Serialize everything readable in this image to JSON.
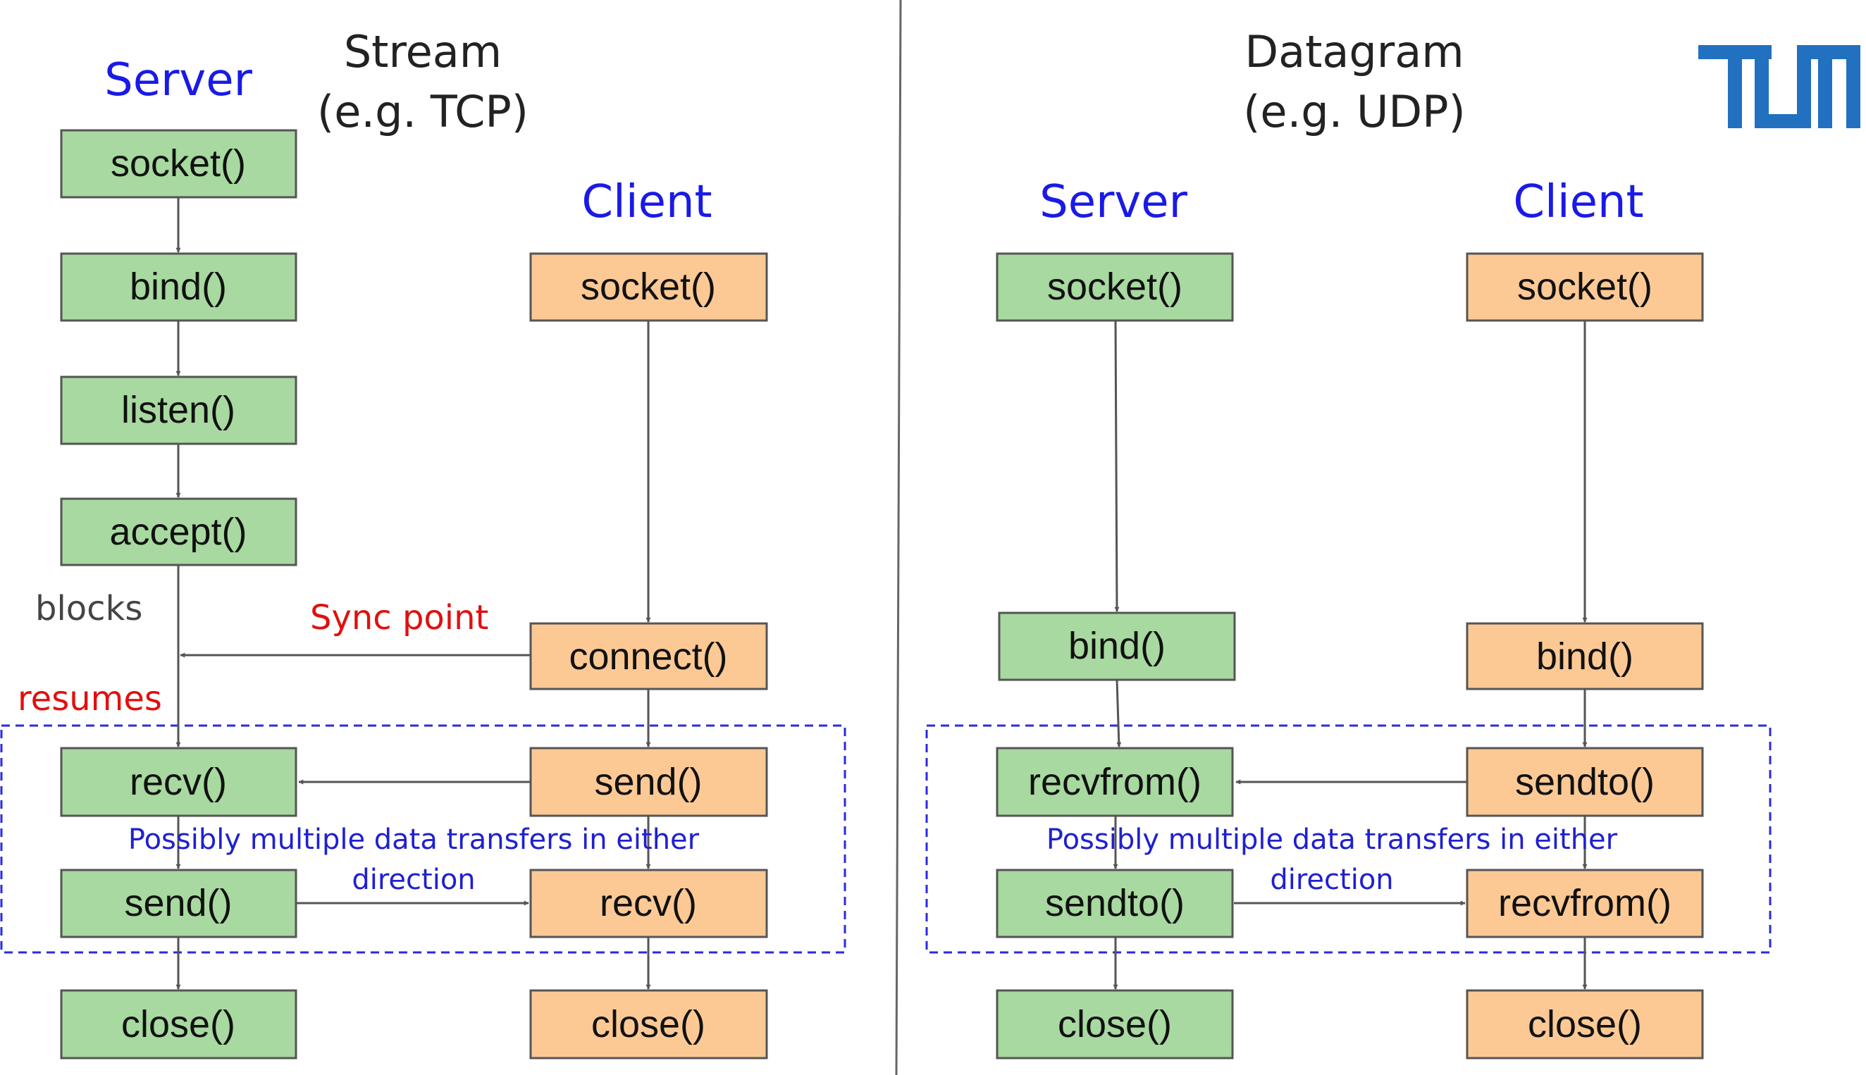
{
  "stream": {
    "title_line1": "Stream",
    "title_line2": "(e.g. TCP)",
    "server_heading": "Server",
    "client_heading": "Client",
    "server_calls": [
      "socket()",
      "bind()",
      "listen()",
      "accept()",
      "recv()",
      "send()",
      "close()"
    ],
    "client_calls": [
      "socket()",
      "connect()",
      "send()",
      "recv()",
      "close()"
    ],
    "blocks_label": "blocks",
    "sync_label": "Sync point",
    "resumes_label": "resumes",
    "transfer_note_line1": "Possibly multiple data transfers in either",
    "transfer_note_line2": "direction"
  },
  "datagram": {
    "title_line1": "Datagram",
    "title_line2": "(e.g. UDP)",
    "server_heading": "Server",
    "client_heading": "Client",
    "server_calls": [
      "socket()",
      "bind()",
      "recvfrom()",
      "sendto()",
      "close()"
    ],
    "client_calls": [
      "socket()",
      "bind()",
      "sendto()",
      "recvfrom()",
      "close()"
    ],
    "transfer_note_line1": "Possibly multiple data transfers in either",
    "transfer_note_line2": "direction"
  },
  "logo": {
    "name": "tum-logo",
    "text": "TUM"
  },
  "colors": {
    "server_fill": "#a8d9a0",
    "client_fill": "#fcc995",
    "box_border": "#555555",
    "heading_blue": "#1a1ae6",
    "sync_red": "#e01010",
    "note_blue": "#2020d0",
    "tum_blue": "#2270c0"
  }
}
